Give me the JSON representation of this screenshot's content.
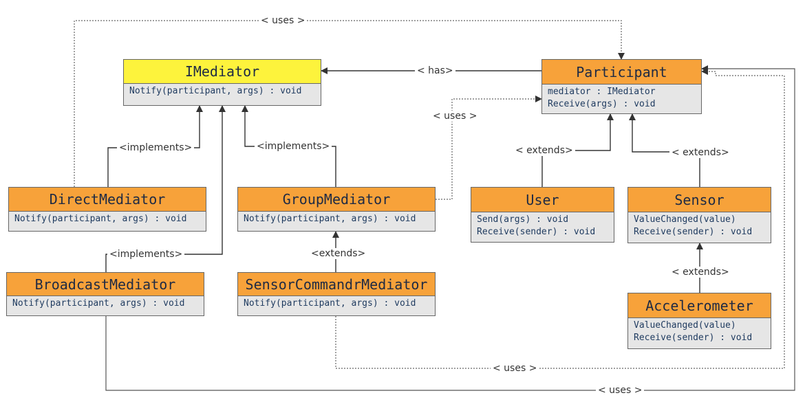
{
  "colors": {
    "participant_fill": "#f7a23a",
    "interface_fill": "#fdf33c",
    "members_fill": "#e6e6e6",
    "line": "#444444"
  },
  "classes": {
    "imediator": {
      "name": "IMediator",
      "members": [
        "Notify(participant, args) : void"
      ]
    },
    "participant": {
      "name": "Participant",
      "members": [
        "mediator : IMediator",
        "Receive(args) : void"
      ]
    },
    "direct_mediator": {
      "name": "DirectMediator",
      "members": [
        "Notify(participant, args) : void"
      ]
    },
    "group_mediator": {
      "name": "GroupMediator",
      "members": [
        "Notify(participant, args) : void"
      ]
    },
    "broadcast_mediator": {
      "name": "BroadcastMediator",
      "members": [
        "Notify(participant, args) : void"
      ]
    },
    "sensor_commandr_mediator": {
      "name": "SensorCommandrMediator",
      "members": [
        "Notify(participant, args) : void"
      ]
    },
    "user": {
      "name": "User",
      "members": [
        "Send(args) : void",
        "Receive(sender) : void"
      ]
    },
    "sensor": {
      "name": "Sensor",
      "members": [
        "ValueChanged(value)",
        "Receive(sender) : void"
      ]
    },
    "accelerometer": {
      "name": "Accelerometer",
      "members": [
        "ValueChanged(value)",
        "Receive(sender) : void"
      ]
    }
  },
  "relations": {
    "uses": "< uses >",
    "has": "< has>",
    "implements": "<implements>",
    "extends_right": "< extends>",
    "extends_plain": "<extends>",
    "extends_sensor": "< extends>",
    "extends_accel": "< extends>"
  }
}
